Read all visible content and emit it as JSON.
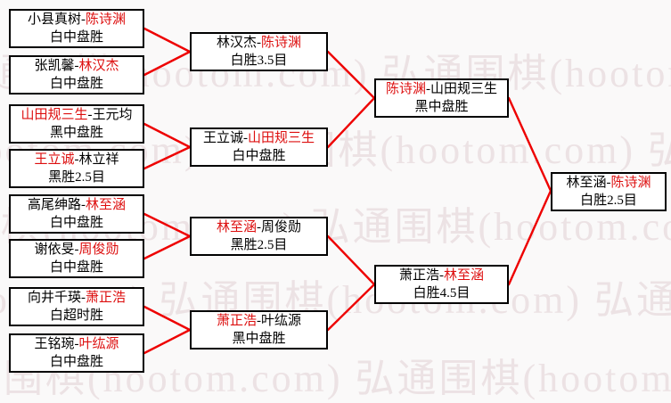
{
  "watermark": {
    "text": "弘通围棋(hootom.com) 弘通围棋(hootom.com) 弘通围棋(hootom.com)"
  },
  "colors": {
    "winner_red": "#dd0f0f",
    "line_red": "#ee0000",
    "box_border": "#000000",
    "watermark": "#ece2e4"
  },
  "bracket": {
    "r16": [
      {
        "pre": "小县真树-",
        "winner": "陈诗渊",
        "post": "",
        "result": "白中盘胜"
      },
      {
        "pre": "张凯馨-",
        "winner": "林汉杰",
        "post": "",
        "result": "白中盘胜"
      },
      {
        "pre": "",
        "winner": "山田规三生",
        "post": "-王元均",
        "result": "黑中盘胜"
      },
      {
        "pre": "",
        "winner": "王立诚",
        "post": "-林立祥",
        "result": "黑胜2.5目"
      },
      {
        "pre": "高尾绅路-",
        "winner": "林至涵",
        "post": "",
        "result": "白中盘胜"
      },
      {
        "pre": "谢依旻-",
        "winner": "周俊勋",
        "post": "",
        "result": "白中盘胜"
      },
      {
        "pre": "向井千瑛-",
        "winner": "萧正浩",
        "post": "",
        "result": "白超时胜"
      },
      {
        "pre": "王铭琬-",
        "winner": "叶纮源",
        "post": "",
        "result": "白中盘胜"
      }
    ],
    "qf": [
      {
        "pre": "林汉杰-",
        "winner": "陈诗渊",
        "post": "",
        "result": "白胜3.5目"
      },
      {
        "pre": "王立诚-",
        "winner": "山田规三生",
        "post": "",
        "result": "白中盘胜"
      },
      {
        "pre": "",
        "winner": "林至涵",
        "post": "-周俊勋",
        "result": "黑胜2.5目"
      },
      {
        "pre": "",
        "winner": "萧正浩",
        "post": "-叶纮源",
        "result": "黑中盘胜"
      }
    ],
    "sf": [
      {
        "pre": "",
        "winner": "陈诗渊",
        "post": "-山田规三生",
        "result": "黑中盘胜"
      },
      {
        "pre": "萧正浩-",
        "winner": "林至涵",
        "post": "",
        "result": "白胜4.5目"
      }
    ],
    "final": [
      {
        "pre": "林至涵-",
        "winner": "陈诗渊",
        "post": "",
        "result": "白胜2.5目"
      }
    ]
  }
}
